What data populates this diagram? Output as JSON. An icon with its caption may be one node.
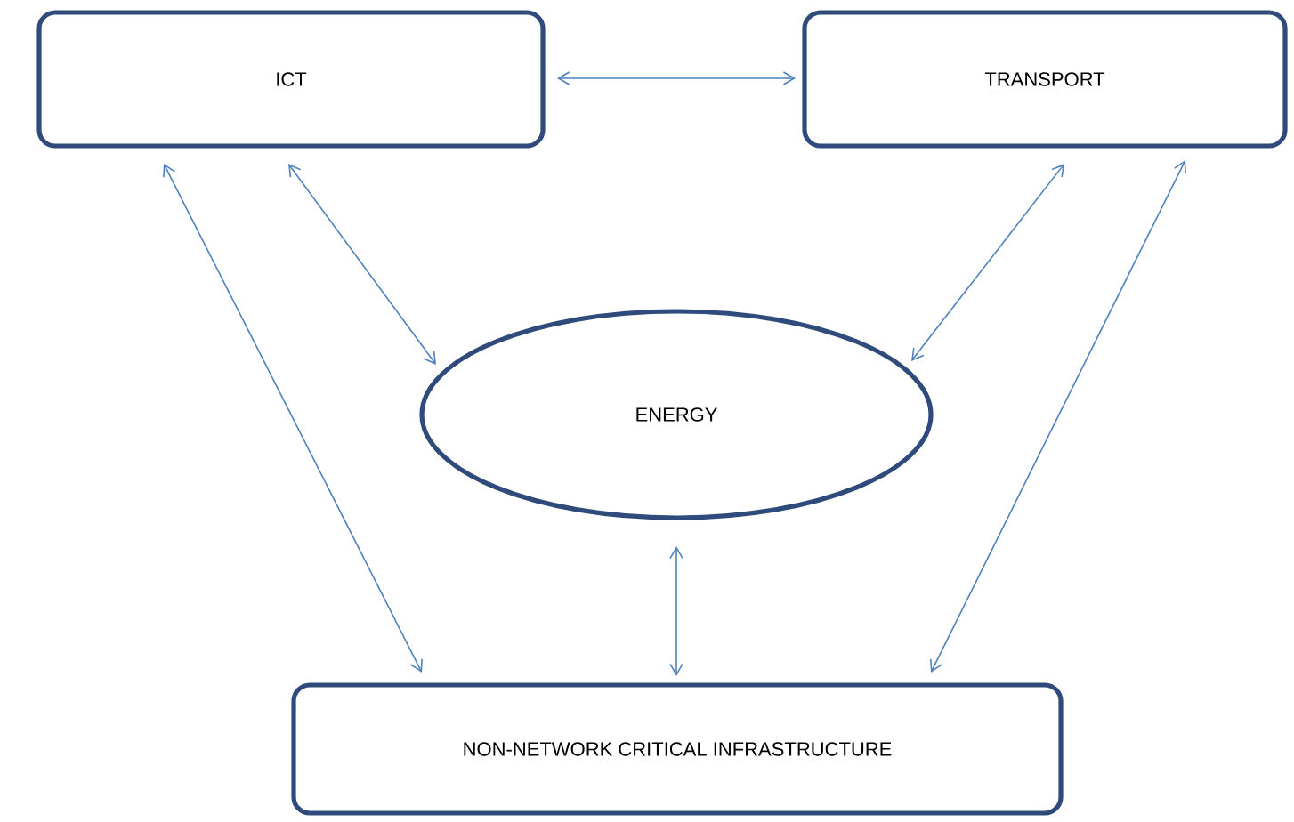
{
  "diagram": {
    "nodes": [
      {
        "text": [
          "ICT"
        ]
      },
      {
        "text": [
          "TRANSPORT"
        ]
      },
      {
        "text": [
          "ENERGY"
        ]
      },
      {
        "text": [
          "NON-NETWORK CRITICAL INFRASTRUCTURE"
        ]
      }
    ],
    "edges": [
      {
        "from": 0,
        "to": 1,
        "arrow": "both"
      },
      {
        "from": 0,
        "to": 2,
        "arrow": "both"
      },
      {
        "from": 1,
        "to": 2,
        "arrow": "both"
      },
      {
        "from": 0,
        "to": 3,
        "arrow": "both"
      },
      {
        "from": 1,
        "to": 3,
        "arrow": "both"
      },
      {
        "from": 2,
        "to": 3,
        "arrow": "both"
      }
    ]
  }
}
